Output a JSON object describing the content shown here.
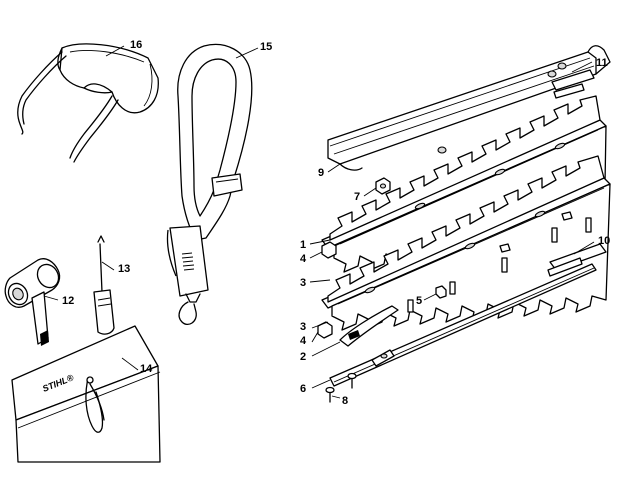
{
  "diagram": {
    "brand_mark": "STIHL®",
    "labels": [
      {
        "id": "16",
        "text": "16"
      },
      {
        "id": "15",
        "text": "15"
      },
      {
        "id": "11",
        "text": "11"
      },
      {
        "id": "9",
        "text": "9"
      },
      {
        "id": "7",
        "text": "7"
      },
      {
        "id": "1",
        "text": "1"
      },
      {
        "id": "4a",
        "text": "4"
      },
      {
        "id": "3a",
        "text": "3"
      },
      {
        "id": "13",
        "text": "13"
      },
      {
        "id": "12",
        "text": "12"
      },
      {
        "id": "10",
        "text": "10"
      },
      {
        "id": "5",
        "text": "5"
      },
      {
        "id": "3b",
        "text": "3"
      },
      {
        "id": "4b",
        "text": "4"
      },
      {
        "id": "2",
        "text": "2"
      },
      {
        "id": "14",
        "text": "14"
      },
      {
        "id": "6",
        "text": "6"
      },
      {
        "id": "8",
        "text": "8"
      }
    ]
  }
}
